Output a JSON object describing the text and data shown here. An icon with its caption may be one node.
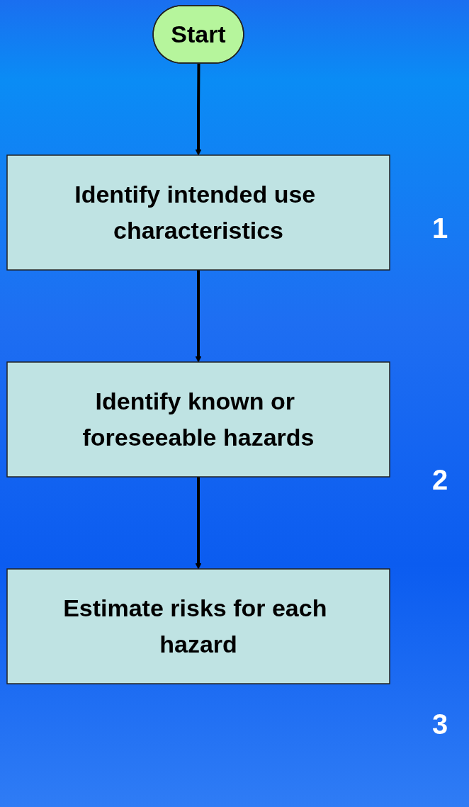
{
  "diagram": {
    "nodes": [
      {
        "text": [
          "Start"
        ]
      },
      {
        "text": [
          "Identify intended use characteristics"
        ]
      },
      {
        "text": [
          "Identify known or foreseeable hazards"
        ]
      },
      {
        "text": [
          "Estimate risks for each hazard"
        ]
      }
    ],
    "edges": [
      {
        "from": 0,
        "to": 1,
        "arrow": "to"
      },
      {
        "from": 1,
        "to": 2,
        "arrow": "to"
      },
      {
        "from": 2,
        "to": 3,
        "arrow": "to"
      }
    ],
    "labels": [
      "1",
      "2",
      "3"
    ]
  }
}
